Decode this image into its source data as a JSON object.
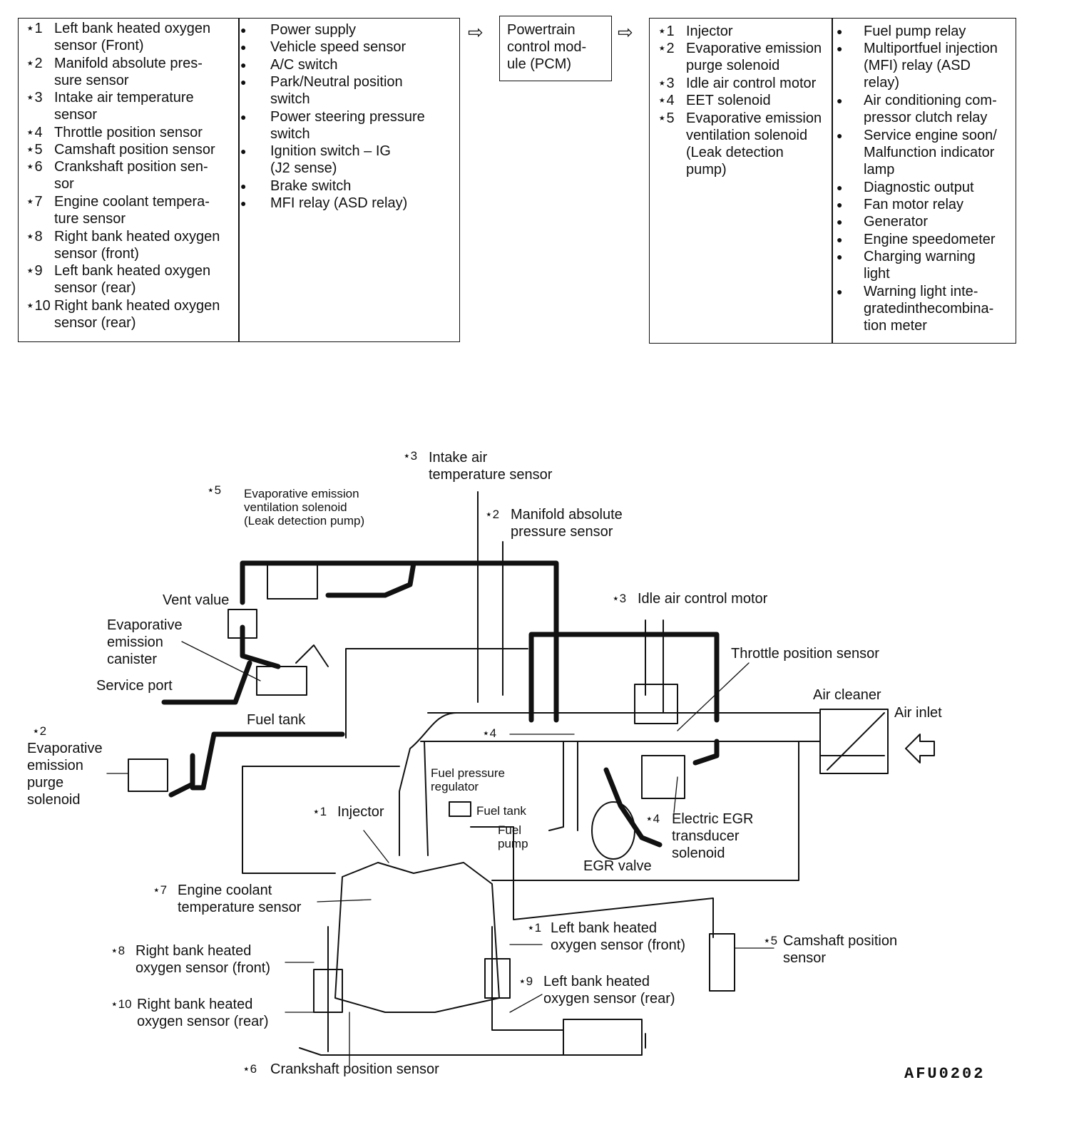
{
  "inputs": {
    "sensors": [
      {
        "num": "⋆1",
        "text": "Left bank heated oxygen\nsensor (Front)"
      },
      {
        "num": "⋆2",
        "text": "Manifold absolute pres-\nsure sensor"
      },
      {
        "num": "⋆3",
        "text": "Intake air temperature\nsensor"
      },
      {
        "num": "⋆4",
        "text": "Throttle position sensor"
      },
      {
        "num": "⋆5",
        "text": "Camshaft position sensor"
      },
      {
        "num": "⋆6",
        "text": "Crankshaft position sen-\nsor"
      },
      {
        "num": "⋆7",
        "text": "Engine coolant tempera-\nture sensor"
      },
      {
        "num": "⋆8",
        "text": "Right bank heated oxygen\nsensor (front)"
      },
      {
        "num": "⋆9",
        "text": "Left bank heated oxygen\nsensor (rear)"
      },
      {
        "num": "⋆10",
        "text": "Right bank heated oxygen\nsensor (rear)"
      }
    ],
    "switches": [
      "Power supply",
      "Vehicle speed sensor",
      "A/C switch",
      "Park/Neutral position\nswitch",
      "Power steering pressure\nswitch",
      "Ignition switch – IG\n(J2 sense)",
      "Brake switch",
      "MFI relay (ASD relay)"
    ]
  },
  "pcm": {
    "label": "Powertrain\ncontrol   mod-\nule (PCM)"
  },
  "outputs": {
    "actuators": [
      {
        "num": "⋆1",
        "text": "Injector"
      },
      {
        "num": "⋆2",
        "text": "Evaporative emission\npurge solenoid"
      },
      {
        "num": "⋆3",
        "text": "Idle air control motor"
      },
      {
        "num": "⋆4",
        "text": "EET solenoid"
      },
      {
        "num": "⋆5",
        "text": "Evaporative emission\nventilation solenoid\n(Leak detection\npump)"
      }
    ],
    "devices": [
      "Fuel pump relay",
      "Multiportfuel injection\n(MFI)   relay   (ASD\nrelay)",
      "Air conditioning com-\npressor clutch relay",
      "Service engine soon/\nMalfunction indicator\nlamp",
      "Diagnostic output",
      "Fan motor relay",
      "Generator",
      "Engine speedometer",
      "Charging     warning\nlight",
      "Warning  light  inte-\ngratedinthecombina-\ntion meter"
    ]
  },
  "bullet": "●",
  "flow_arrow": "⇨",
  "diagram_labels": {
    "iat_num": "⋆3",
    "iat": "Intake air\ntemperature sensor",
    "evap_vent_num": "⋆5",
    "evap_vent": "Evaporative emission\nventilation solenoid\n(Leak detection pump)",
    "map_num": "⋆2",
    "map": "Manifold absolute\npressure sensor",
    "vent_valve": "Vent value",
    "iac_num": "⋆3",
    "iac": "Idle air control motor",
    "canister": "Evaporative\nemission\ncanister",
    "tps": "Throttle position sensor",
    "service_port": "Service port",
    "air_cleaner": "Air cleaner",
    "air_inlet": "Air inlet",
    "fuel_tank": "Fuel tank",
    "eet_num": "⋆4",
    "purge_num": "⋆2",
    "purge": "Evaporative\nemission\npurge\nsolenoid",
    "fpr": "Fuel  pressure\nregulator",
    "injector_num": "⋆1",
    "injector": "Injector",
    "fuel_tank_small": "Fuel tank",
    "fuel_pump": "Fuel\npump",
    "egr_num": "⋆4",
    "egr_trans": "Electric EGR\ntransducer\nsolenoid",
    "egr_valve": "EGR valve",
    "ect_num": "⋆7",
    "ect": "Engine coolant\ntemperature sensor",
    "lbo2f_num": "⋆1",
    "lbo2f": "Left bank heated\noxygen sensor (front)",
    "cmp_num": "⋆5",
    "cmp": "Camshaft position\nsensor",
    "rbo2f_num": "⋆8",
    "rbo2f": "Right bank heated\noxygen sensor (front)",
    "lbo2r_num": "⋆9",
    "lbo2r": "Left bank heated\noxygen sensor (rear)",
    "rbo2r_num": "⋆10",
    "rbo2r": "Right bank heated\noxygen sensor (rear)",
    "ckp_num": "⋆6",
    "ckp": "Crankshaft position sensor"
  },
  "figure_code": "AFU0202"
}
